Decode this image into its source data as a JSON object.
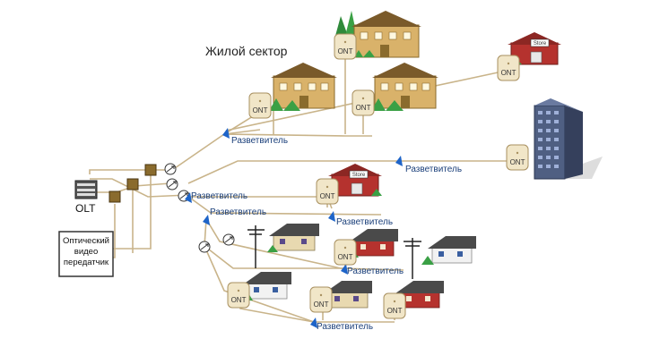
{
  "diagram": {
    "title": "Жилой сектор",
    "olt_label": "OLT",
    "transmitter_label": [
      "Оптический",
      "видео",
      "передатчик"
    ],
    "ont_label": "ONT",
    "store_label": "Store",
    "splitter_label": "Разветвитель"
  },
  "colors": {
    "fiber": "#c9b48a",
    "splitter": "#1e64c8",
    "label": "#1a3f7a",
    "house_wall": "#e8d9b0",
    "red_house": "#b5322e",
    "roof": "#4a4a4a"
  }
}
